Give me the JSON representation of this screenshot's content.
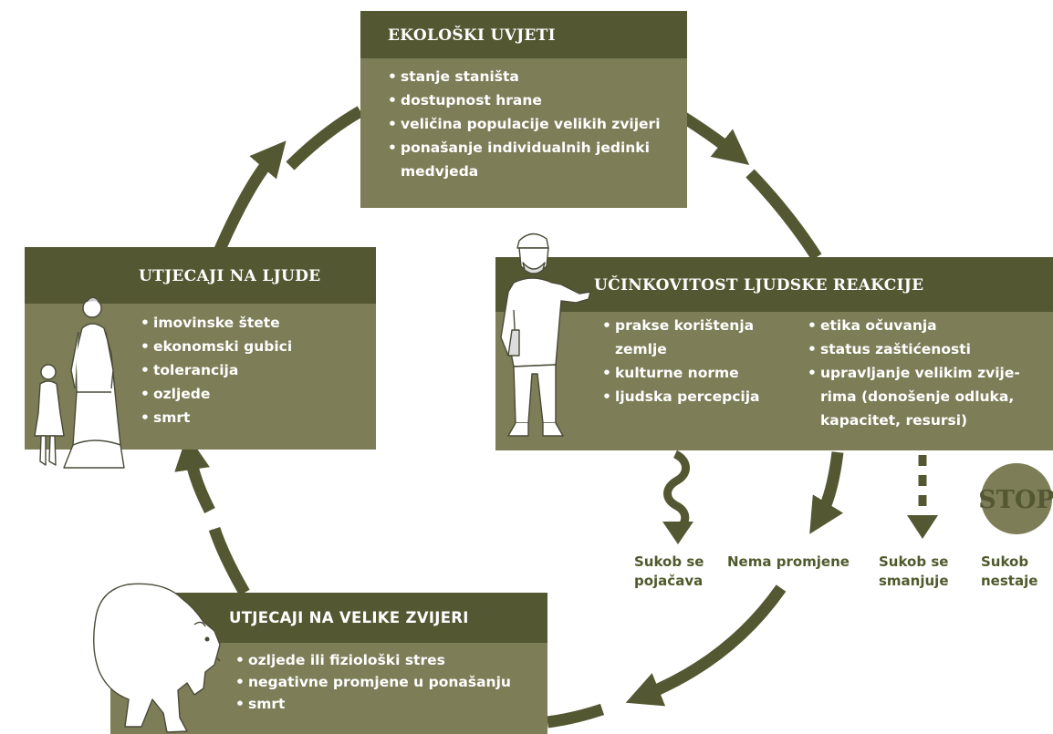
{
  "colors": {
    "dark": "#545832",
    "box": "#7d7d58",
    "outcome_text": "#4f5a2c"
  },
  "boxes": {
    "ecological": {
      "title": "EKOLOŠKI UVJETI",
      "items": [
        "stanje staništa",
        "dostupnost hrane",
        "veličina populacije velikih zvijeri",
        "ponašanje individualnih jedinki",
        "medvjeda"
      ]
    },
    "human_impacts": {
      "title": "UTJECAJI NA LJUDE",
      "items": [
        "imovinske štete",
        "ekonomski gubici",
        "tolerancija",
        "ozljede",
        "smrt"
      ]
    },
    "response": {
      "title": "UČINKOVITOST LJUDSKE REAKCIJE",
      "left_items": [
        "prakse korištenja",
        "zemlje",
        "kulturne norme",
        "ljudska percepcija"
      ],
      "right_items": [
        "etika očuvanja",
        "status zaštićenosti",
        "upravljanje velikim zvije-",
        "rima (donošenje odluka,",
        "kapacitet, resursi)"
      ]
    },
    "carnivore_impacts": {
      "title": "UTJECAJI NA VELIKE ZVIJERI",
      "items": [
        "ozljede ili fiziološki stres",
        "negativne promjene u ponašanju",
        "smrt"
      ]
    }
  },
  "outcomes": {
    "intensifies": [
      "Sukob se",
      "pojačava"
    ],
    "no_change": "Nema promjene",
    "decreases": [
      "Sukob se",
      "smanjuje"
    ],
    "disappears": [
      "Sukob",
      "nestaje"
    ]
  },
  "stop_sign": {
    "text": "STOP"
  },
  "icons": [
    "woman-and-child-icon",
    "man-worker-icon",
    "polar-bear-icon",
    "stop-sign-icon",
    "wavy-arrow-icon",
    "dashed-arrow-icon"
  ]
}
